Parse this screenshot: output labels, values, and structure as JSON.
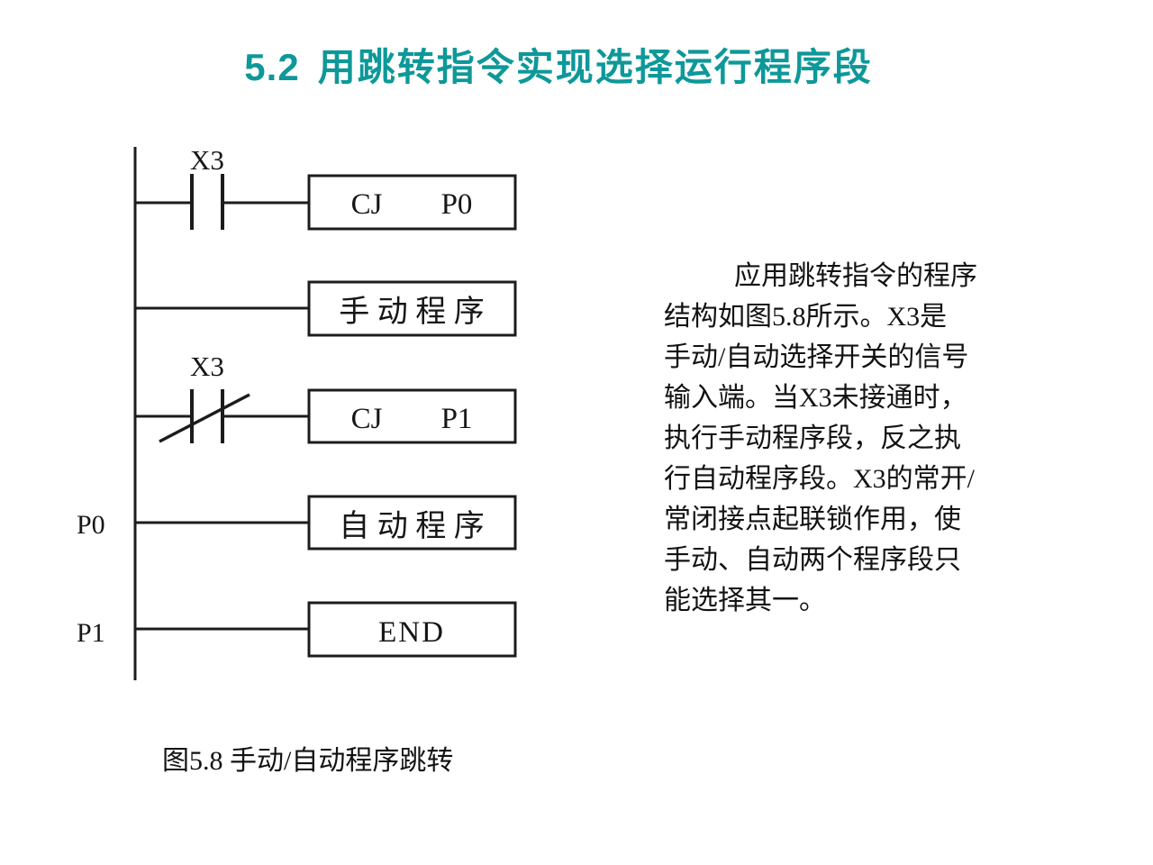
{
  "title": {
    "number": "5.2",
    "text": "用跳转指令实现选择运行程序段",
    "color": "#0e9899"
  },
  "diagram": {
    "rung1": {
      "contact_label": "X3",
      "box_op": "CJ",
      "box_operand": "P0"
    },
    "rung2": {
      "box_label": "手 动 程 序"
    },
    "rung3": {
      "contact_label": "X3",
      "box_op": "CJ",
      "box_operand": "P1"
    },
    "rung4": {
      "jump_label": "P0",
      "box_label": "自 动 程 序"
    },
    "rung5": {
      "jump_label": "P1",
      "box_label": "END"
    }
  },
  "paragraph": {
    "lines": [
      "应用跳转指令的程序",
      "结构如图5.8所示。X3是",
      "手动/自动选择开关的信号",
      "输入端。当X3未接通时，",
      "执行手动程序段，反之执",
      "行自动程序段。X3的常开/",
      "常闭接点起联锁作用，使",
      "手动、自动两个程序段只",
      "能选择其一。"
    ]
  },
  "caption": "图5.8  手动/自动程序跳转",
  "colors": {
    "background": "#ffffff",
    "ink": "#1c1c1c",
    "accent": "#0e9899"
  }
}
